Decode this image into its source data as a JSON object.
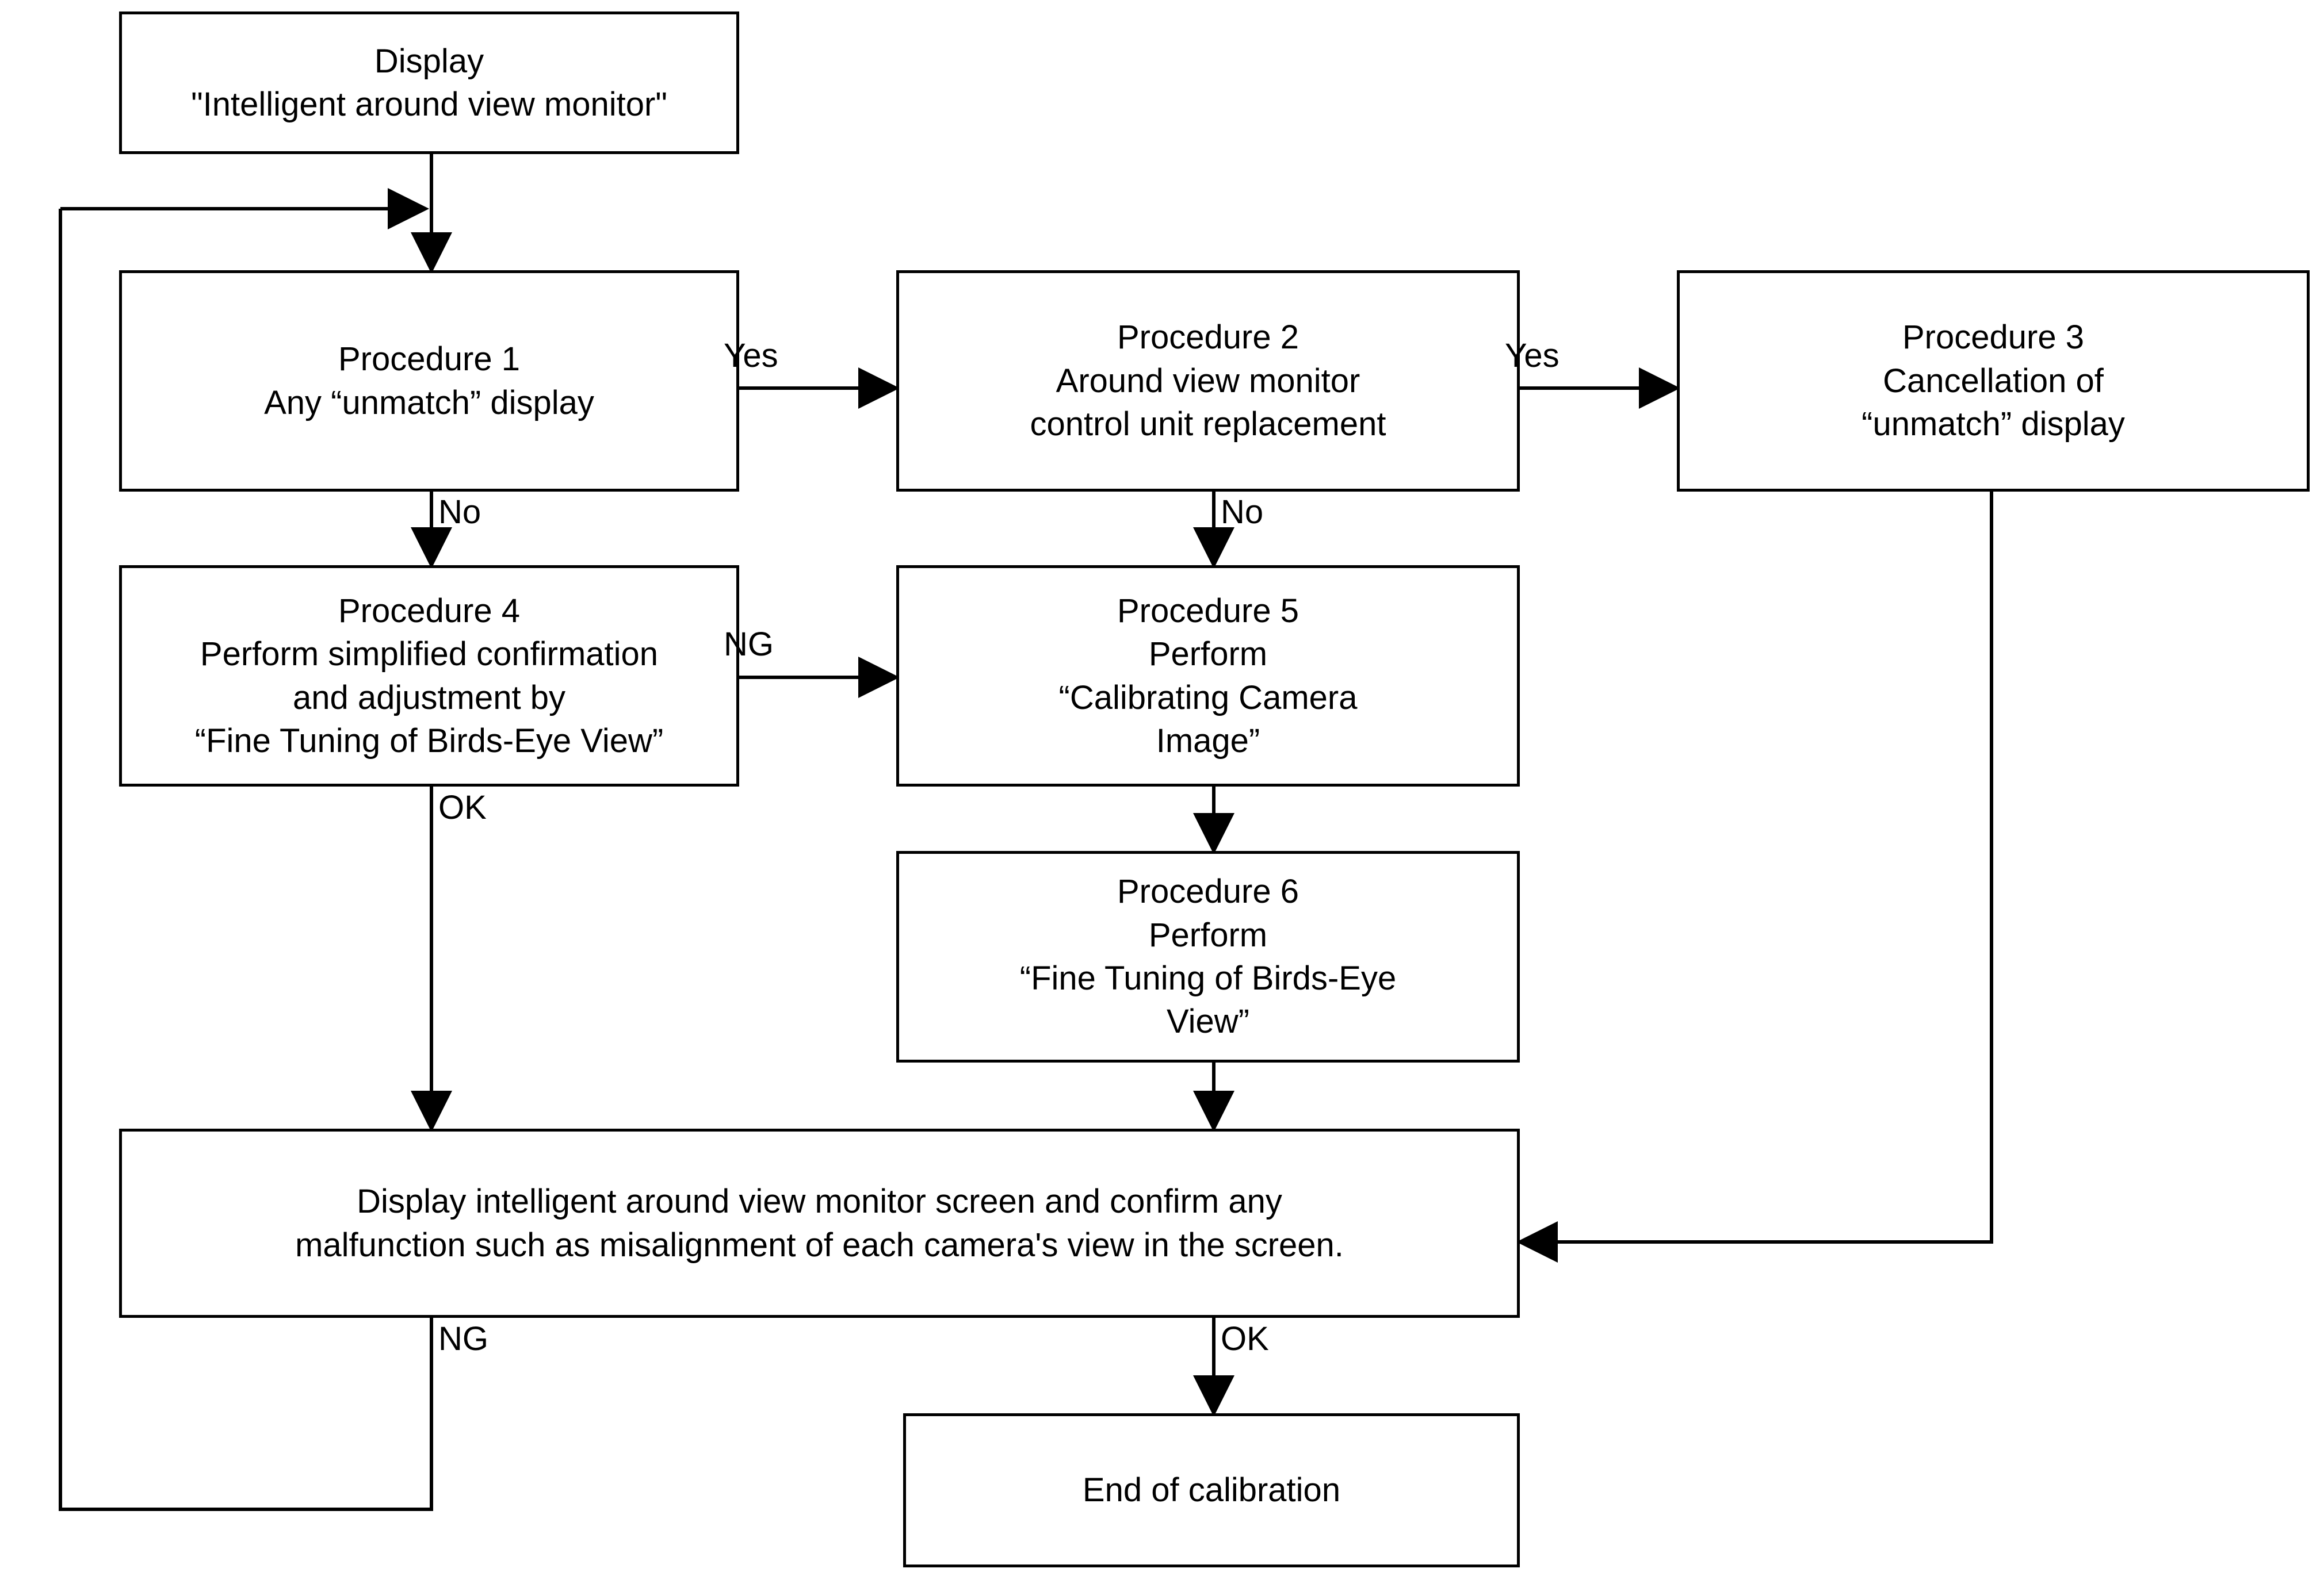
{
  "diagram": {
    "title": "Around view monitor calibration flowchart",
    "stroke_color": "#000000",
    "background_color": "#ffffff",
    "nodes": [
      {
        "id": "display-start",
        "lines": [
          "Display",
          "\"Intelligent around view monitor\""
        ]
      },
      {
        "id": "procedure-1",
        "lines": [
          "Procedure 1",
          "Any “unmatch” display"
        ]
      },
      {
        "id": "procedure-2",
        "lines": [
          "Procedure 2",
          "Around view monitor",
          "control unit replacement"
        ]
      },
      {
        "id": "procedure-3",
        "lines": [
          "Procedure 3",
          "Cancellation of",
          "“unmatch” display"
        ]
      },
      {
        "id": "procedure-4",
        "lines": [
          "Procedure 4",
          "Perform simplified confirmation",
          "and adjustment by",
          "“Fine Tuning of Birds-Eye View”"
        ]
      },
      {
        "id": "procedure-5",
        "lines": [
          "Procedure 5",
          "Perform",
          "“Calibrating Camera",
          "Image”"
        ]
      },
      {
        "id": "procedure-6",
        "lines": [
          "Procedure 6",
          "Perform",
          "“Fine Tuning of Birds-Eye",
          "View”"
        ]
      },
      {
        "id": "confirm-screen",
        "lines": [
          "Display intelligent around view monitor screen and confirm any",
          "malfunction such as misalignment of each camera's view in the screen."
        ]
      },
      {
        "id": "end-of-calibration",
        "lines": [
          "End of calibration"
        ]
      }
    ],
    "edge_labels": [
      {
        "id": "p1-yes",
        "text": "Yes"
      },
      {
        "id": "p2-yes",
        "text": "Yes"
      },
      {
        "id": "p1-no",
        "text": "No"
      },
      {
        "id": "p2-no",
        "text": "No"
      },
      {
        "id": "p4-ng",
        "text": "NG"
      },
      {
        "id": "p4-ok",
        "text": "OK"
      },
      {
        "id": "confirm-ng",
        "text": "NG"
      },
      {
        "id": "confirm-ok",
        "text": "OK"
      }
    ]
  }
}
